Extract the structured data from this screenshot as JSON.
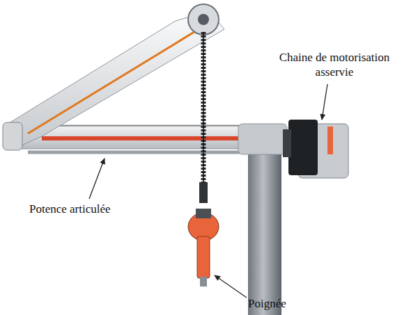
{
  "diagram": {
    "labels": [
      "Chaine de motorisation asservie",
      "Potence articulée",
      "Poignée"
    ]
  }
}
